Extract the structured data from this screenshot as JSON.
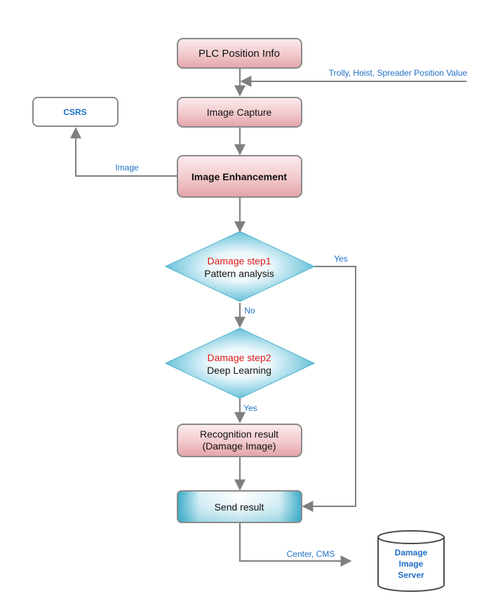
{
  "colors": {
    "pink_box_top": "#f8e2e4",
    "pink_box_bottom": "#e3a7ac",
    "cyan_accent": "#33a9c6",
    "connector": "#7f7f7f",
    "edge_label": "#1f6fc6",
    "alert_text": "#e01a1a",
    "dark_text": "#111111"
  },
  "nodes": {
    "plc_position": "PLC Position Info",
    "image_capture": "Image Capture",
    "image_enhancement": "Image Enhancement",
    "csrs": "CSRS",
    "step1_title": "Damage step1",
    "step1_subtitle": "Pattern analysis",
    "step2_title": "Damage step2",
    "step2_subtitle": "Deep Learning",
    "recognition_line1": "Recognition result",
    "recognition_line2": "(Damage Image)",
    "send_result": "Send result",
    "server_line1": "Damage",
    "server_line2": "Image",
    "server_line3": "Server"
  },
  "edges": {
    "position_value": "Trolly, Hoist, Spreader Position Value",
    "image": "Image",
    "yes_step1": "Yes",
    "no_step1": "No",
    "yes_step2": "Yes",
    "center_cms": "Center, CMS"
  }
}
